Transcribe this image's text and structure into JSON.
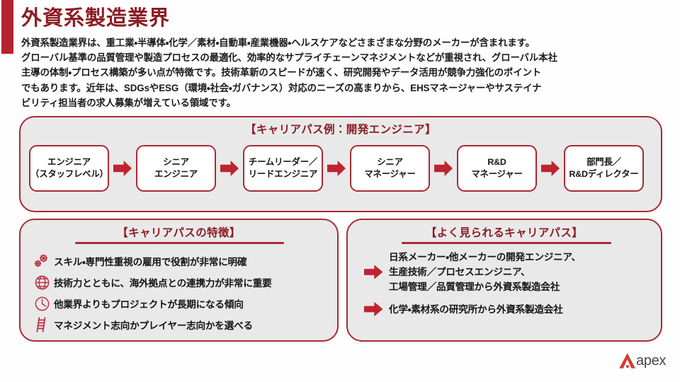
{
  "header": {
    "title": "外資系製造業界",
    "accent_color": "#b32430",
    "intro_lines": [
      "外資系製造業界は、重工業・半導体・化学／素材・自動車・産業機器・ヘルスケアなどさまざまな分野のメーカーが含まれます。",
      "グローバル基準の品質管理や製造プロセスの最適化、効率的なサプライチェーンマネジメントなどが重視され、グローバル本社",
      "主導の体制・プロセス構築が多い点が特徴です。技術革新のスピードが速く、研究開発やデータ活用が競争力強化のポイント",
      "でもあります。近年は、SDGsやESG（環境・社会・ガバナンス）対応のニーズの高まりから、EHSマネージャーやサステイナ",
      "ビリティ担当者の求人募集が増えている領域です。"
    ]
  },
  "career_path": {
    "heading": "【キャリアパス例：開発エンジニア】",
    "steps": [
      {
        "line1": "エンジニア",
        "line2": "（スタッフレベル）"
      },
      {
        "line1": "シニア",
        "line2": "エンジニア"
      },
      {
        "line1": "チームリーダー／",
        "line2": "リードエンジニア"
      },
      {
        "line1": "シニア",
        "line2": "マネージャー"
      },
      {
        "line1": "R&D",
        "line2": "マネージャー"
      },
      {
        "line1": "部門長／",
        "line2": "R&Dディレクター"
      }
    ],
    "arrow_icon": "right-arrow-icon"
  },
  "features": {
    "heading": "【キャリアパスの特徴】",
    "items": [
      {
        "icon": "gears-icon",
        "label": "スキル・専門性重視の雇用で役割が非常に明確"
      },
      {
        "icon": "globe-icon",
        "label": "技術力とともに、海外拠点との連携力が非常に重要"
      },
      {
        "icon": "clock-icon",
        "label": "他業界よりもプロジェクトが長期になる傾向"
      },
      {
        "icon": "ladder-icon",
        "label": "マネジメント志向かプレイヤー志向かを選べる"
      }
    ]
  },
  "common_paths": {
    "heading": "【よく見られるキャリアパス】",
    "items": [
      {
        "icon": "right-arrow-icon",
        "lines": [
          "日系メーカー・他メーカーの開発エンジニア、",
          "生産技術／プロセスエンジニア、",
          "工場管理／品質管理から外資系製造会社"
        ]
      },
      {
        "icon": "right-arrow-icon",
        "lines": [
          "化学・素材系の研究所から外資系製造会社"
        ]
      }
    ]
  },
  "logo": {
    "mark": "apex-a-mark-icon",
    "text": "apex",
    "color": "#d33a32"
  },
  "colors": {
    "brand_red": "#a92b34",
    "title_red": "#8c1c24",
    "arrow_red": "#be2430",
    "panel_bg": "#e9e9e9"
  }
}
